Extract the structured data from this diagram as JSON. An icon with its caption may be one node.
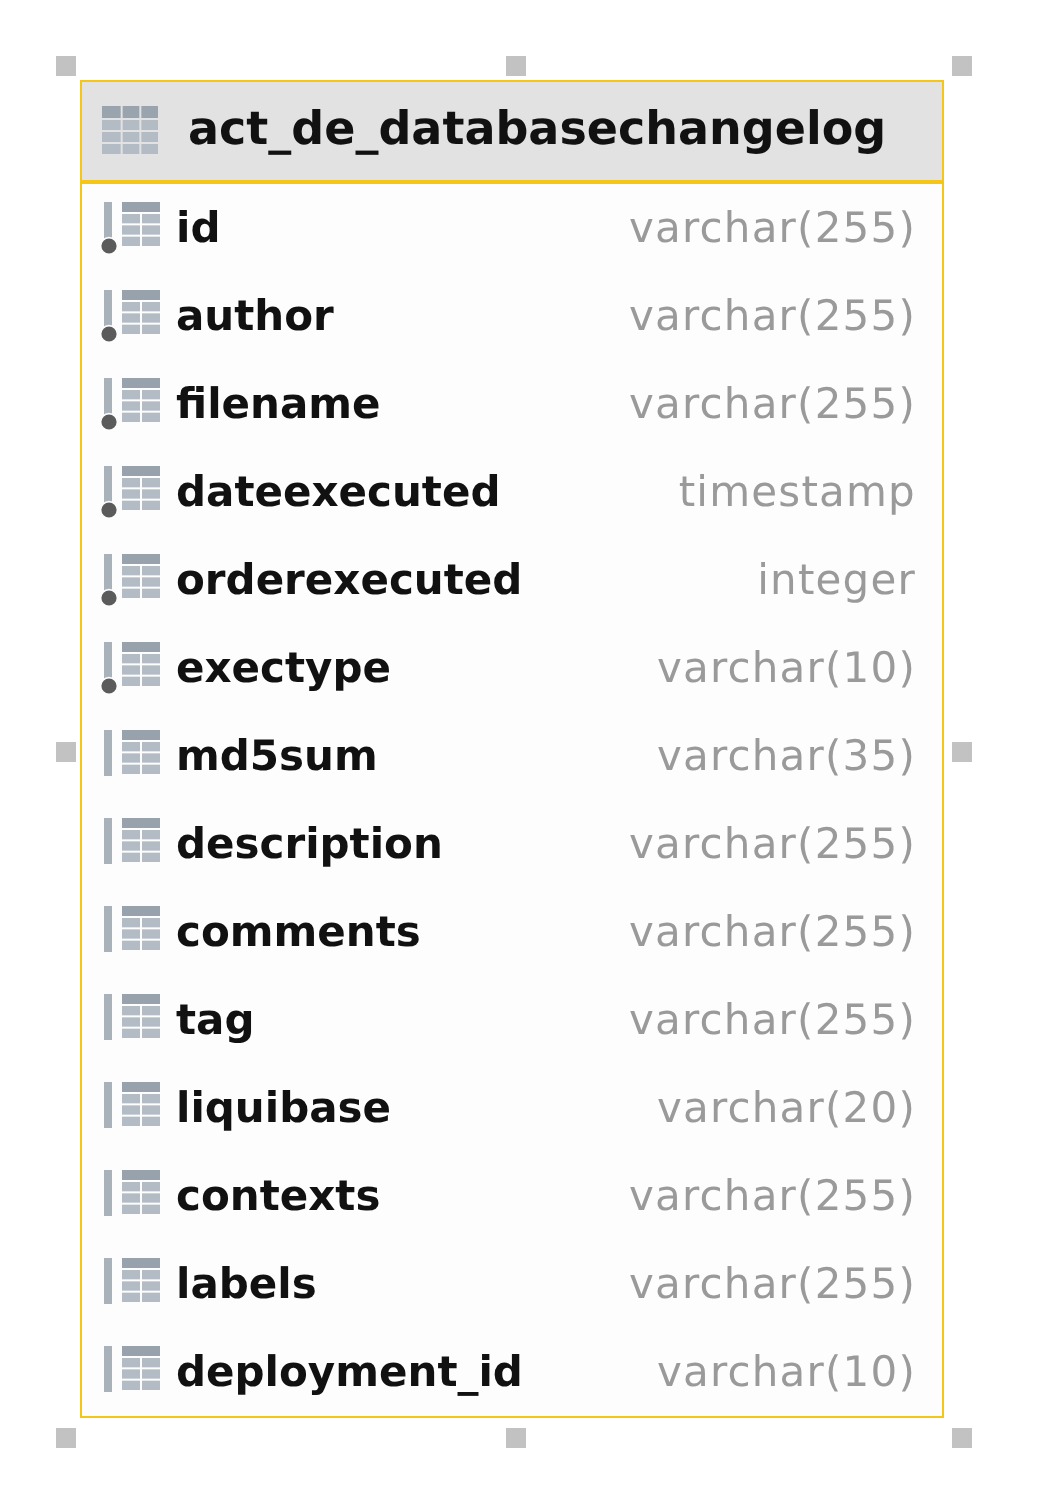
{
  "diagram": {
    "nodes": [
      {
        "text": [
          "act_de_databasechangelog"
        ]
      }
    ],
    "labels": [
      "id",
      "varchar(255)",
      "author",
      "varchar(255)",
      "filename",
      "varchar(255)",
      "dateexecuted",
      "timestamp",
      "orderexecuted",
      "integer",
      "exectype",
      "varchar(10)",
      "md5sum",
      "varchar(35)",
      "description",
      "varchar(255)",
      "comments",
      "varchar(255)",
      "tag",
      "varchar(255)",
      "liquibase",
      "varchar(20)",
      "contexts",
      "varchar(255)",
      "labels",
      "varchar(255)",
      "deployment_id",
      "varchar(10)"
    ]
  }
}
